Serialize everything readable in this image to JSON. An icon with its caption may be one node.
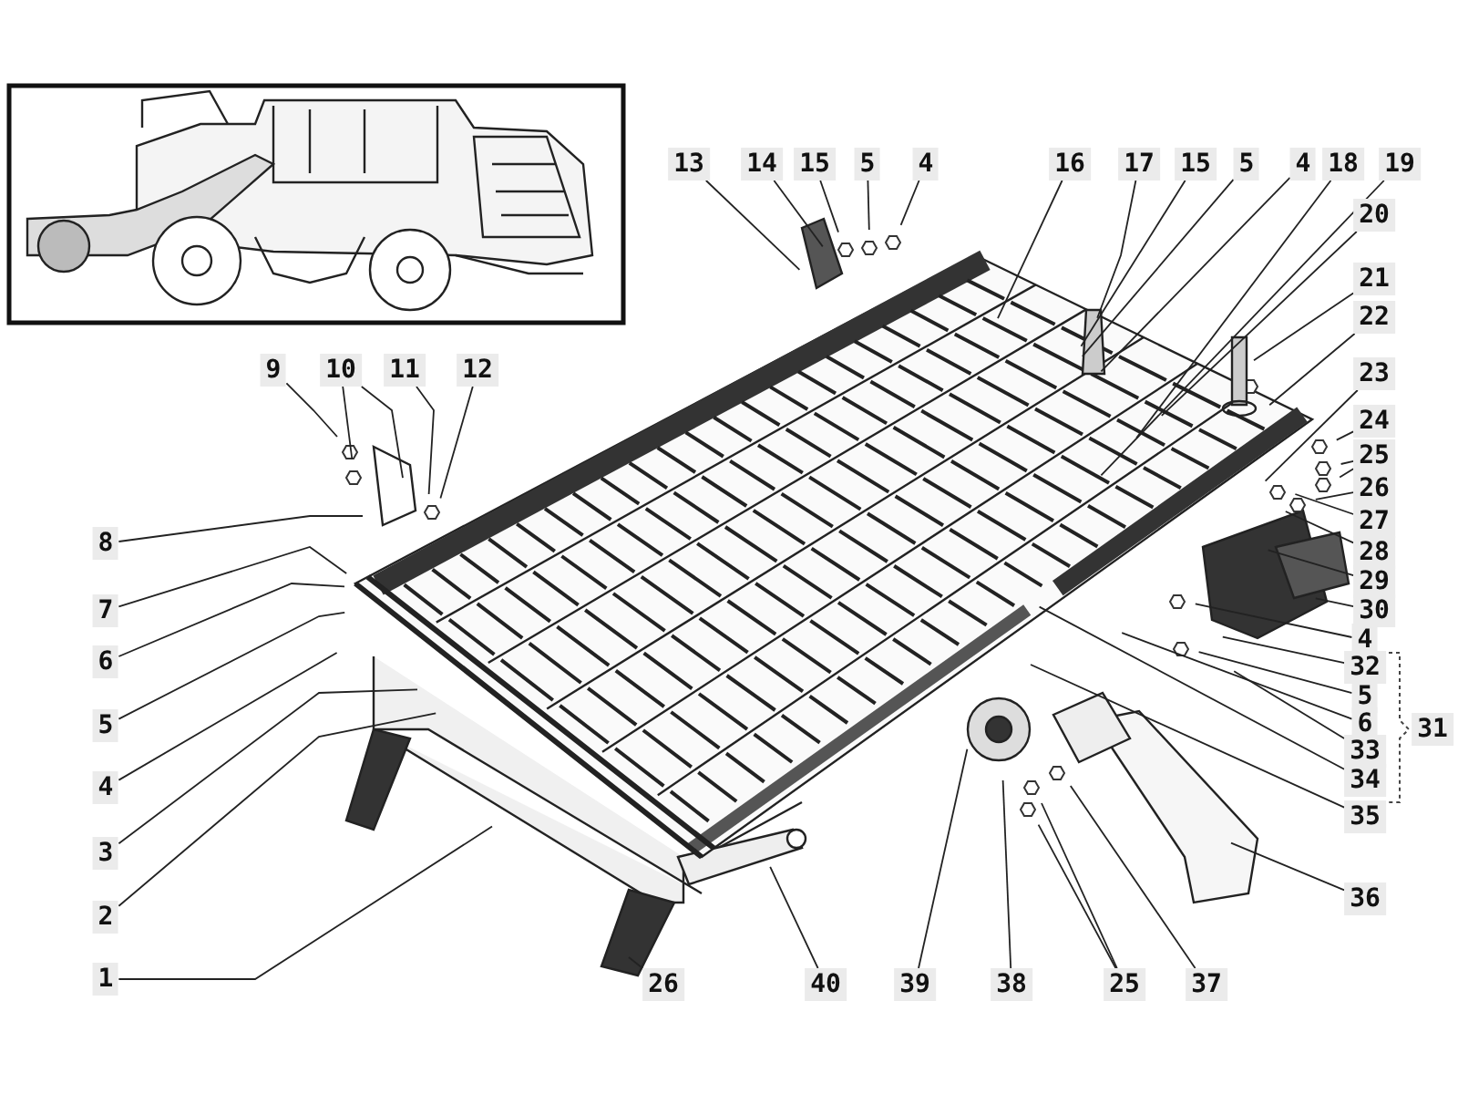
{
  "diagram": {
    "nodes": [
      {
        "text": [
          "13"
        ]
      },
      {
        "text": [
          "14"
        ]
      },
      {
        "text": [
          "15"
        ]
      },
      {
        "text": [
          "5"
        ]
      },
      {
        "text": [
          "4"
        ]
      },
      {
        "text": [
          "16"
        ]
      },
      {
        "text": [
          "17"
        ]
      },
      {
        "text": [
          "15"
        ]
      },
      {
        "text": [
          "5"
        ]
      },
      {
        "text": [
          "4"
        ]
      },
      {
        "text": [
          "18"
        ]
      },
      {
        "text": [
          "19"
        ]
      },
      {
        "text": [
          "9"
        ]
      },
      {
        "text": [
          "10"
        ]
      },
      {
        "text": [
          "11"
        ]
      },
      {
        "text": [
          "12"
        ]
      },
      {
        "text": [
          "20"
        ]
      },
      {
        "text": [
          "21"
        ]
      },
      {
        "text": [
          "22"
        ]
      },
      {
        "text": [
          "23"
        ]
      },
      {
        "text": [
          "24"
        ]
      },
      {
        "text": [
          "25"
        ]
      },
      {
        "text": [
          "26"
        ]
      },
      {
        "text": [
          "27"
        ]
      },
      {
        "text": [
          "28"
        ]
      },
      {
        "text": [
          "29"
        ]
      },
      {
        "text": [
          "30"
        ]
      },
      {
        "text": [
          "4"
        ]
      },
      {
        "text": [
          "32"
        ]
      },
      {
        "text": [
          "5"
        ]
      },
      {
        "text": [
          "6"
        ]
      },
      {
        "text": [
          "33"
        ]
      },
      {
        "text": [
          "34"
        ]
      },
      {
        "text": [
          "35"
        ]
      },
      {
        "text": [
          "36"
        ]
      },
      {
        "text": [
          "8"
        ]
      },
      {
        "text": [
          "7"
        ]
      },
      {
        "text": [
          "6"
        ]
      },
      {
        "text": [
          "5"
        ]
      },
      {
        "text": [
          "4"
        ]
      },
      {
        "text": [
          "3"
        ]
      },
      {
        "text": [
          "2"
        ]
      },
      {
        "text": [
          "1"
        ]
      },
      {
        "text": [
          "26"
        ]
      },
      {
        "text": [
          "40"
        ]
      },
      {
        "text": [
          "39"
        ]
      },
      {
        "text": [
          "38"
        ]
      },
      {
        "text": [
          "25"
        ]
      },
      {
        "text": [
          "37"
        ]
      },
      {
        "text": [
          "31"
        ]
      }
    ],
    "edges": [
      {
        "from": 0,
        "to": null,
        "arrow": "none"
      },
      {
        "from": 1,
        "to": null,
        "arrow": "none"
      },
      {
        "from": 2,
        "to": null,
        "arrow": "none"
      },
      {
        "from": 3,
        "to": null,
        "arrow": "none"
      },
      {
        "from": 4,
        "to": null,
        "arrow": "none"
      },
      {
        "from": 5,
        "to": null,
        "arrow": "none"
      },
      {
        "from": 6,
        "to": null,
        "arrow": "none"
      },
      {
        "from": 7,
        "to": null,
        "arrow": "none"
      },
      {
        "from": 8,
        "to": null,
        "arrow": "none"
      },
      {
        "from": 9,
        "to": null,
        "arrow": "none"
      },
      {
        "from": 10,
        "to": null,
        "arrow": "none"
      },
      {
        "from": 11,
        "to": null,
        "arrow": "none"
      },
      {
        "from": 12,
        "to": null,
        "arrow": "none"
      },
      {
        "from": 13,
        "to": null,
        "arrow": "none"
      },
      {
        "from": 13,
        "to": null,
        "arrow": "none"
      },
      {
        "from": 14,
        "to": null,
        "arrow": "none"
      },
      {
        "from": 15,
        "to": null,
        "arrow": "none"
      },
      {
        "from": 16,
        "to": null,
        "arrow": "none"
      },
      {
        "from": 17,
        "to": null,
        "arrow": "none"
      },
      {
        "from": 18,
        "to": null,
        "arrow": "none"
      },
      {
        "from": 19,
        "to": null,
        "arrow": "none"
      },
      {
        "from": 20,
        "to": null,
        "arrow": "none"
      },
      {
        "from": 21,
        "to": null,
        "arrow": "none"
      },
      {
        "from": 21,
        "to": null,
        "arrow": "none"
      },
      {
        "from": 22,
        "to": null,
        "arrow": "none"
      },
      {
        "from": 23,
        "to": null,
        "arrow": "none"
      },
      {
        "from": 24,
        "to": null,
        "arrow": "none"
      },
      {
        "from": 25,
        "to": null,
        "arrow": "none"
      },
      {
        "from": 26,
        "to": null,
        "arrow": "none"
      },
      {
        "from": 27,
        "to": null,
        "arrow": "none"
      },
      {
        "from": 28,
        "to": null,
        "arrow": "none"
      },
      {
        "from": 29,
        "to": null,
        "arrow": "none"
      },
      {
        "from": 30,
        "to": null,
        "arrow": "none"
      },
      {
        "from": 31,
        "to": null,
        "arrow": "none"
      },
      {
        "from": 32,
        "to": null,
        "arrow": "none"
      },
      {
        "from": 33,
        "to": null,
        "arrow": "none"
      },
      {
        "from": 34,
        "to": null,
        "arrow": "none"
      },
      {
        "from": 35,
        "to": null,
        "arrow": "none"
      },
      {
        "from": 36,
        "to": null,
        "arrow": "none"
      },
      {
        "from": 37,
        "to": null,
        "arrow": "none"
      },
      {
        "from": 38,
        "to": null,
        "arrow": "none"
      },
      {
        "from": 39,
        "to": null,
        "arrow": "none"
      },
      {
        "from": 40,
        "to": null,
        "arrow": "none"
      },
      {
        "from": 41,
        "to": null,
        "arrow": "none"
      },
      {
        "from": 42,
        "to": null,
        "arrow": "none"
      },
      {
        "from": 43,
        "to": null,
        "arrow": "none"
      },
      {
        "from": 44,
        "to": null,
        "arrow": "none"
      },
      {
        "from": 45,
        "to": null,
        "arrow": "none"
      },
      {
        "from": 46,
        "to": null,
        "arrow": "none"
      },
      {
        "from": 47,
        "to": null,
        "arrow": "none"
      },
      {
        "from": 47,
        "to": null,
        "arrow": "none"
      },
      {
        "from": 48,
        "to": null,
        "arrow": "none"
      }
    ]
  }
}
